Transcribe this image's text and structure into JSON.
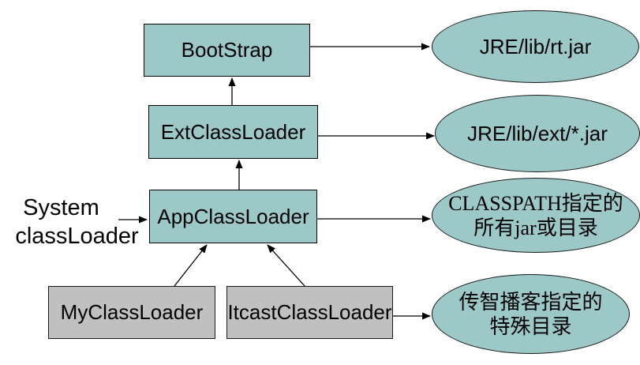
{
  "diagram": {
    "title_hint": "Java ClassLoader hierarchy diagram",
    "colors": {
      "node_fill": "#9cc8c8",
      "custom_node_fill": "#c0c0c0",
      "line": "#000000",
      "background": "#ffffff"
    },
    "nodes": {
      "bootstrap": {
        "label": "BootStrap"
      },
      "ext": {
        "label": "ExtClassLoader"
      },
      "app": {
        "label": "AppClassLoader"
      },
      "my": {
        "label": "MyClassLoader"
      },
      "itcast": {
        "label": "ItcastClassLoader"
      }
    },
    "side_label": {
      "line1": "System",
      "line2": "classLoader"
    },
    "ellipses": {
      "rt": {
        "label": "JRE/lib/rt.jar"
      },
      "extjar": {
        "label": "JRE/lib/ext/*.jar"
      },
      "classpath": {
        "line1": "CLASSPATH指定的",
        "line2": "所有jar或目录"
      },
      "special": {
        "line1": "传智播客指定的",
        "line2": "特殊目录"
      }
    }
  }
}
